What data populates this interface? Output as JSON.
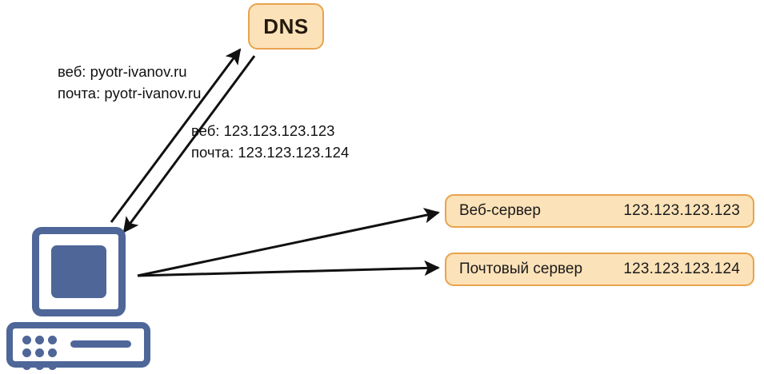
{
  "diagram": {
    "type": "network-flow",
    "background_color": "#ffffff",
    "accent_fill": "#fce2b8",
    "accent_border": "#e8a34d",
    "device_color": "#4f6699",
    "line_color": "#1a1a1a"
  },
  "dns": {
    "label": "DNS"
  },
  "messages": {
    "query": {
      "line1": "веб: pyotr-ivanov.ru",
      "line2": "почта: pyotr-ivanov.ru"
    },
    "response": {
      "line1": "веб: 123.123.123.123",
      "line2": "почта: 123.123.123.124"
    }
  },
  "servers": [
    {
      "id": "web",
      "name": "Веб-сервер",
      "ip": "123.123.123.123"
    },
    {
      "id": "mail",
      "name": "Почтовый сервер",
      "ip": "123.123.123.124"
    }
  ],
  "client": {
    "icon": "desktop-computer-icon"
  }
}
